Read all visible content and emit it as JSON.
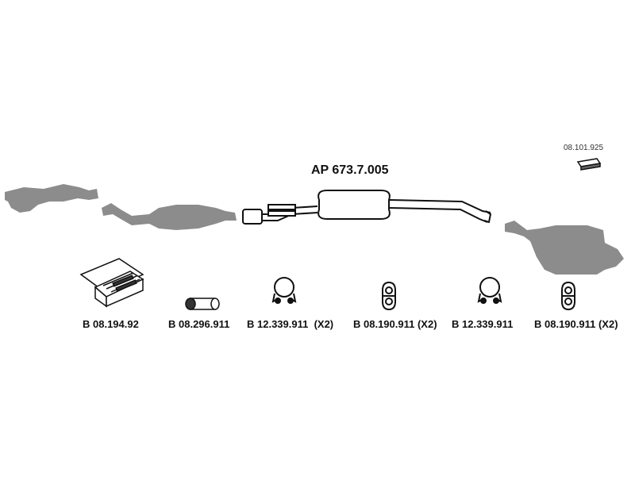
{
  "main_part": {
    "code": "AP 673.7.005"
  },
  "accessory": {
    "code": "08.101.925"
  },
  "parts": [
    {
      "code": "B 08.194.92"
    },
    {
      "code": "B 08.296.911"
    },
    {
      "code": "B 12.339.911  (X2)"
    },
    {
      "code": "B 08.190.911 (X2)"
    },
    {
      "code": "B 12.339.911"
    },
    {
      "code": "B 08.190.911 (X2)"
    }
  ],
  "colors": {
    "gray_part": "#8c8c8c",
    "line": "#111111",
    "fill_light": "#ffffff"
  }
}
